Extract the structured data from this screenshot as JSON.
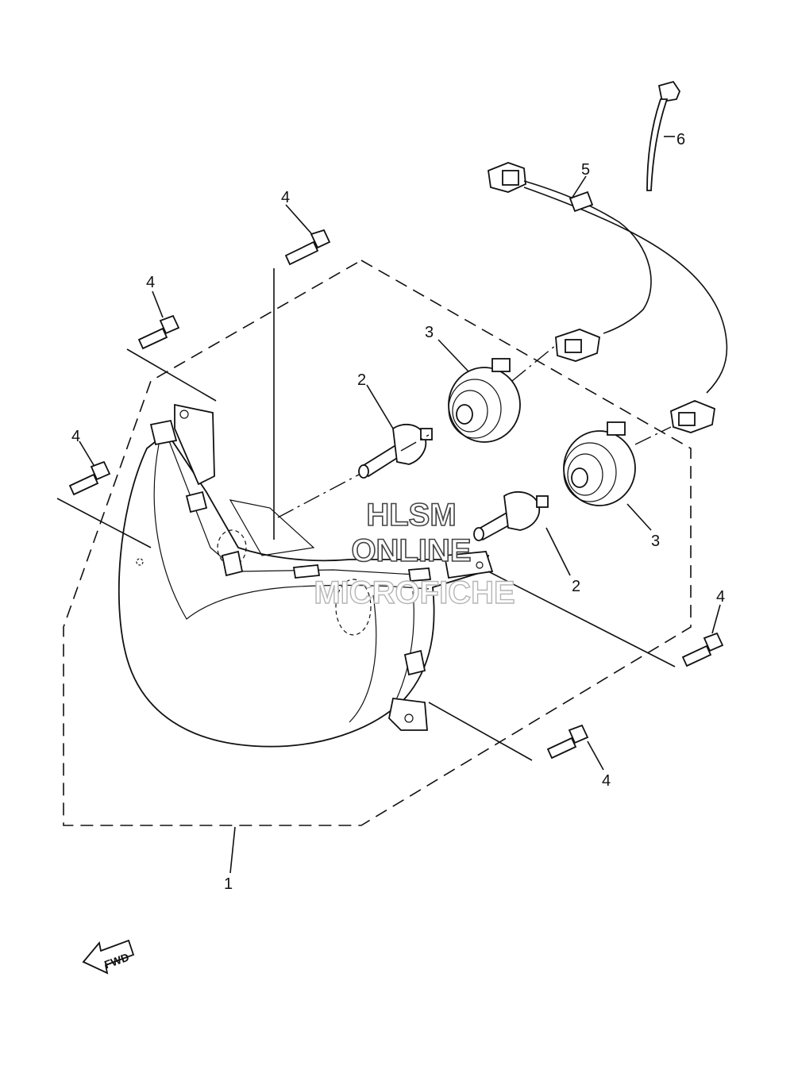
{
  "callouts": [
    {
      "id": "1",
      "label": "1"
    },
    {
      "id": "2a",
      "label": "2"
    },
    {
      "id": "2b",
      "label": "2"
    },
    {
      "id": "3a",
      "label": "3"
    },
    {
      "id": "3b",
      "label": "3"
    },
    {
      "id": "4a",
      "label": "4"
    },
    {
      "id": "4b",
      "label": "4"
    },
    {
      "id": "4c",
      "label": "4"
    },
    {
      "id": "4d",
      "label": "4"
    },
    {
      "id": "4e",
      "label": "4"
    },
    {
      "id": "5",
      "label": "5"
    },
    {
      "id": "6",
      "label": "6"
    }
  ],
  "watermark": {
    "line1": "HLSM",
    "line2": "ONLINE",
    "line3": "MICROFICHE"
  },
  "fwd_arrow": {
    "label": "FWD"
  }
}
